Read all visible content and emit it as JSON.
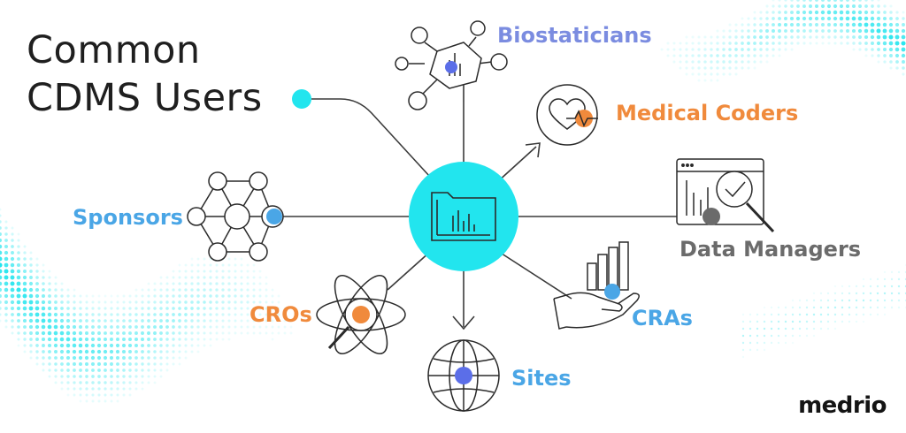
{
  "title": {
    "line1": "Common",
    "line2": "CDMS Users"
  },
  "brand": "medrio",
  "center": {
    "icon": "chart-folder-icon"
  },
  "users": [
    {
      "label": "Biostaticians",
      "color": "#7b8ce0",
      "icon": "molecule-chart-icon"
    },
    {
      "label": "Medical Coders",
      "color": "#f08a3c",
      "icon": "heart-pulse-icon"
    },
    {
      "label": "Data Managers",
      "color": "#6b6b6b",
      "icon": "data-review-icon"
    },
    {
      "label": "CRAs",
      "color": "#4aa6e6",
      "icon": "hand-chart-icon"
    },
    {
      "label": "Sites",
      "color": "#4aa6e6",
      "icon": "globe-icon"
    },
    {
      "label": "CROs",
      "color": "#f08a3c",
      "icon": "atom-search-icon"
    },
    {
      "label": "Sponsors",
      "color": "#4aa6e6",
      "icon": "network-icon"
    }
  ],
  "colors": {
    "accent": "#22e5ee",
    "line": "#3a3a3a",
    "dot_blue": "#5b6ee8"
  }
}
